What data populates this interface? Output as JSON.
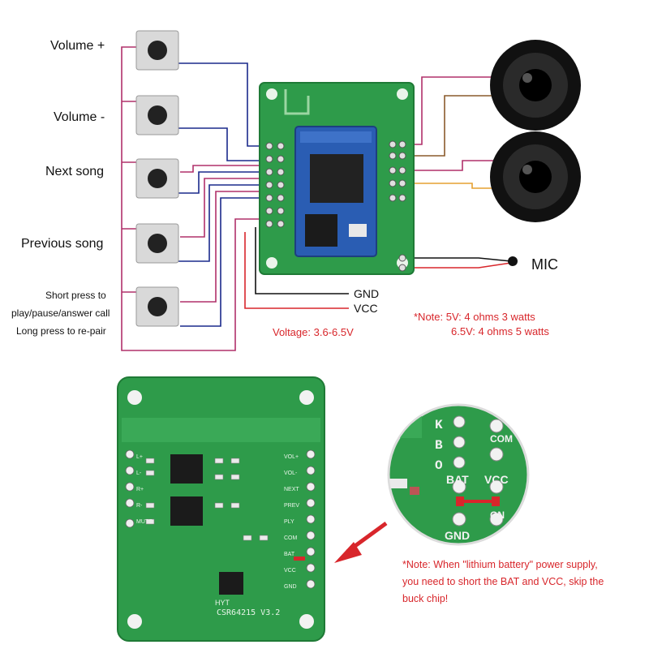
{
  "buttons": [
    {
      "label": "Volume +"
    },
    {
      "label": "Volume -"
    },
    {
      "label": "Next song"
    },
    {
      "label": "Previous song"
    }
  ],
  "play_button": {
    "line1": "Short press to",
    "line2": "play/pause/answer call",
    "line3": "Long press to re-pair"
  },
  "power": {
    "gnd": "GND",
    "vcc": "VCC",
    "voltage": "Voltage: 3.6-6.5V"
  },
  "mic_label": "MIC",
  "note_power": {
    "line1": "*Note: 5V: 4 ohms 3 watts",
    "line2": "6.5V: 4 ohms 5 watts"
  },
  "board_bottom": {
    "model": "CSR64215 V3.2",
    "maker": "HYT",
    "pins_right": [
      "VOL+",
      "VOL-",
      "NEXT",
      "PREV",
      "PLY",
      "COM",
      "BAT",
      "VCC",
      "GND"
    ],
    "pins_left": [
      "L+",
      "L-",
      "R+",
      "R-",
      "MUTE"
    ]
  },
  "zoom": {
    "letters": [
      "K",
      "B",
      "O"
    ],
    "bat": "BAT",
    "vcc": "VCC",
    "com": "COM",
    "gnd": "GND",
    "gn": "GN"
  },
  "note_battery": {
    "line1": "*Note: When \"lithium battery\" power supply,",
    "line2": "you need to short the BAT and VCC, skip the",
    "line3": "buck chip!"
  },
  "colors": {
    "wire_blue": "#1a2a8c",
    "wire_magenta": "#b0306a",
    "wire_red": "#d8262b",
    "wire_brown": "#8a5a2b",
    "wire_orange": "#e6a030",
    "pcb_green": "#2e9b4a",
    "note_red": "#d8262b"
  }
}
